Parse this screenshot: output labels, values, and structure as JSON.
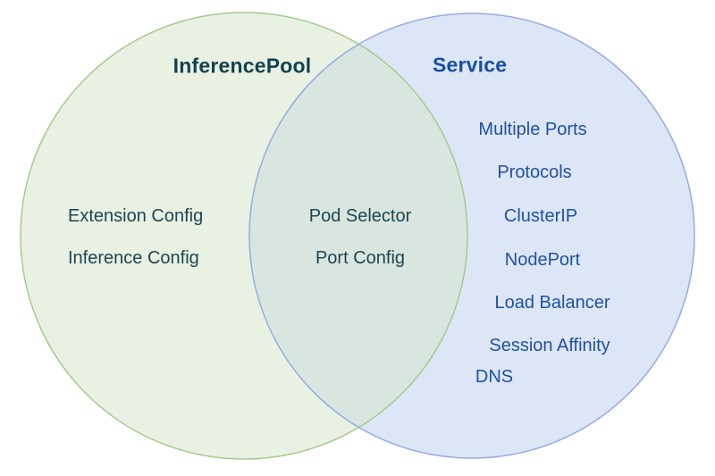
{
  "diagram": {
    "type": "venn",
    "background": "#ffffff",
    "left": {
      "title": "InferencePool",
      "title_color": "#12414e",
      "fill": "#e9f1e3",
      "stroke": "#a4ca90",
      "item_color": "#1d4551",
      "items": [
        "Extension Config",
        "Inference Config"
      ]
    },
    "overlap": {
      "fill": "#d9e6df",
      "item_color": "#1d4551",
      "items": [
        "Pod Selector",
        "Port Config"
      ]
    },
    "right": {
      "title": "Service",
      "title_color": "#174ea6",
      "fill": "#dde6f7",
      "stroke": "#94abe4",
      "item_color": "#1e51a5",
      "items": [
        "Multiple Ports",
        "Protocols",
        "ClusterIP",
        "NodePort",
        "Load Balancer",
        "Session Affinity",
        "DNS"
      ]
    }
  }
}
